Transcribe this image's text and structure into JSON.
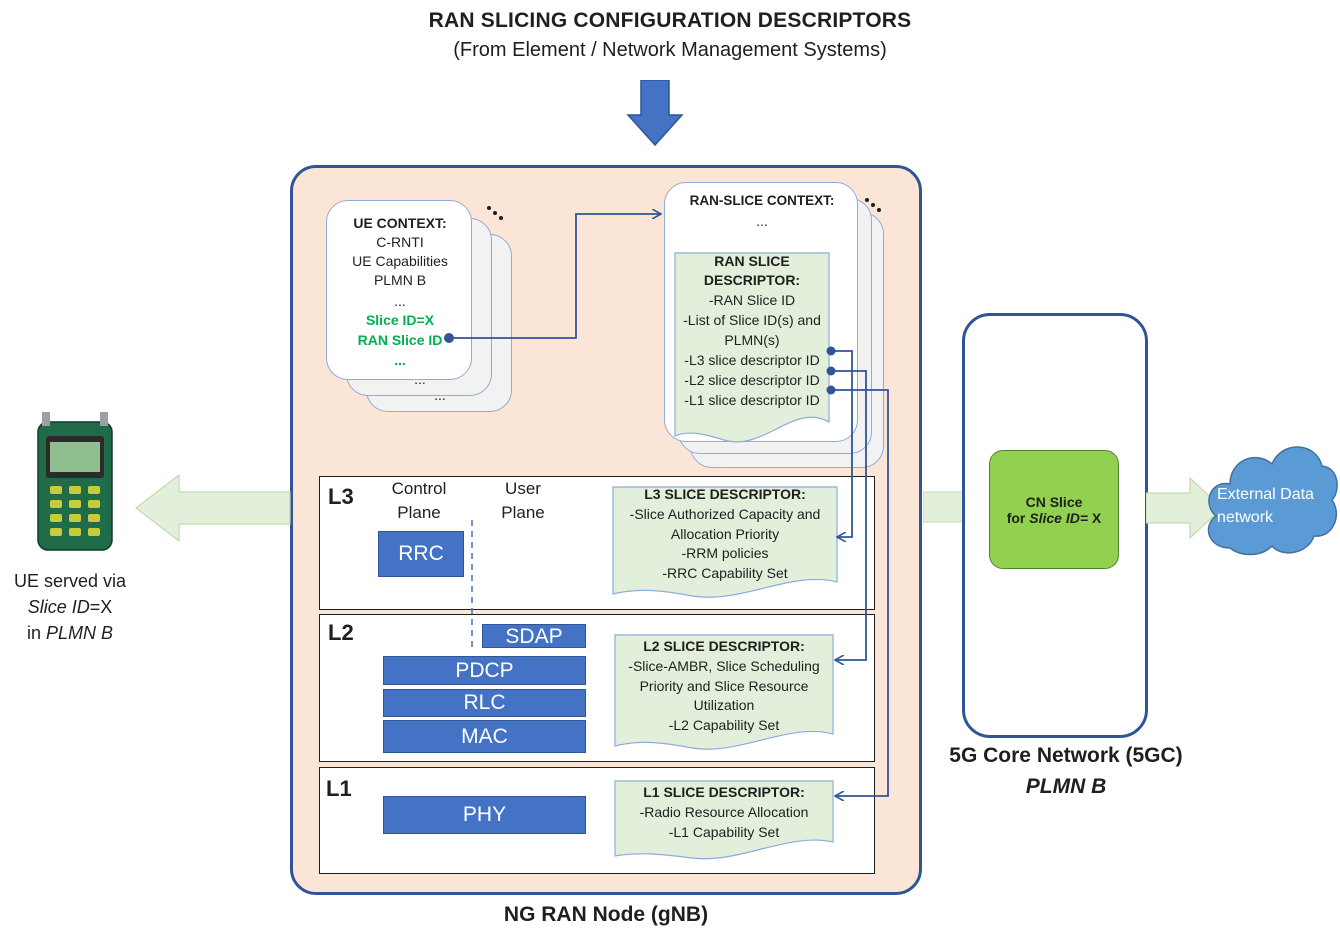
{
  "title": "RAN SLICING CONFIGURATION DESCRIPTORS",
  "subtitle": "(From Element / Network Management Systems)",
  "ue_context": {
    "heading": "UE CONTEXT:",
    "lines": [
      "C-RNTI",
      "UE Capabilities",
      "PLMN B",
      "..."
    ],
    "slice_id": "Slice ID=X",
    "ran_slice_id": "RAN Slice ID",
    "more": "...",
    "behind_more": "...",
    "back_more": "..."
  },
  "ran_slice_context": {
    "heading": "RAN-SLICE CONTEXT:",
    "more": "...",
    "descriptor": {
      "heading_line1": "RAN SLICE",
      "heading_line2": "DESCRIPTOR:",
      "lines": [
        "-RAN Slice ID",
        "-List of Slice ID(s) and",
        "PLMN(s)",
        "-L3 slice descriptor ID",
        "-L2 slice descriptor ID",
        "-L1 slice descriptor ID"
      ]
    }
  },
  "layers": {
    "l3": {
      "label": "L3",
      "control_plane_1": "Control",
      "control_plane_2": "Plane",
      "user_plane_1": "User",
      "user_plane_2": "Plane",
      "rrc": "RRC",
      "descriptor": {
        "heading": "L3 SLICE DESCRIPTOR:",
        "lines": [
          "-Slice Authorized Capacity and",
          "Allocation Priority",
          "-RRM policies",
          "-RRC Capability Set"
        ]
      }
    },
    "l2": {
      "label": "L2",
      "sdap": "SDAP",
      "pdcp": "PDCP",
      "rlc": "RLC",
      "mac": "MAC",
      "descriptor": {
        "heading": "L2 SLICE DESCRIPTOR:",
        "lines": [
          "-Slice-AMBR, Slice Scheduling",
          "Priority and Slice Resource",
          "Utilization",
          "-L2 Capability Set"
        ]
      }
    },
    "l1": {
      "label": "L1",
      "phy": "PHY",
      "descriptor": {
        "heading": "L1 SLICE DESCRIPTOR:",
        "lines": [
          "-Radio Resource Allocation",
          "-L1 Capability Set"
        ]
      }
    }
  },
  "ue_device": {
    "caption_1": "UE served via",
    "caption_2_italic": "Slice ID",
    "caption_2_rest": "=X",
    "caption_3_prefix": "in ",
    "caption_3_italic": "PLMN B"
  },
  "core": {
    "slice_line1": "CN Slice",
    "slice_line2_prefix": "for ",
    "slice_line2_italic": "Slice ID=",
    "slice_line2_suffix": " X",
    "label": "5G Core Network (5GC)",
    "plmn": "PLMN B"
  },
  "external": {
    "line1": "External Data",
    "line2": "network"
  },
  "node_label": "NG RAN Node (gNB)",
  "colors": {
    "node_fill": "#fbe5d6",
    "block_blue": "#4472c4",
    "descriptor_green": "#e2efda",
    "cn_slice_green": "#92d050",
    "cloud_blue": "#5b9bd5",
    "arrow_green": "#e2efda",
    "highlight_green": "#00b050"
  }
}
